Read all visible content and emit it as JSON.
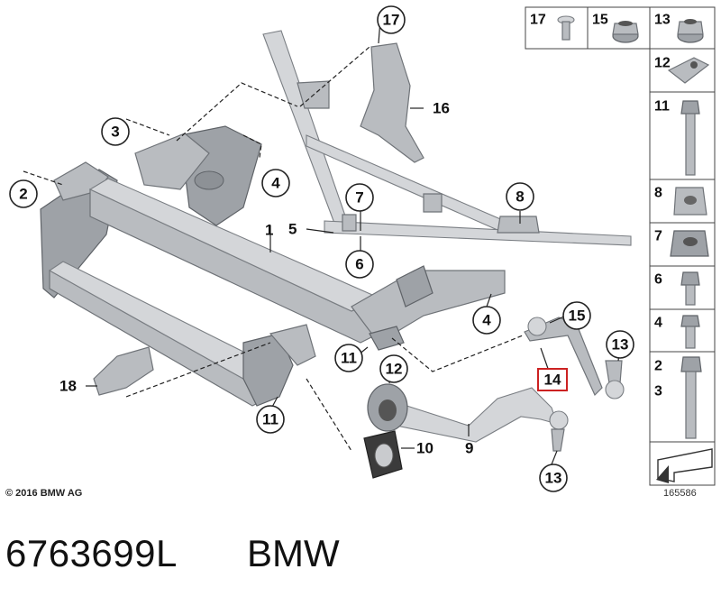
{
  "callouts": {
    "c1": "1",
    "c2": "2",
    "c3": "3",
    "c4a": "4",
    "c4b": "4",
    "c5": "5",
    "c6": "6",
    "c7": "7",
    "c8": "8",
    "c9": "9",
    "c10": "10",
    "c11a": "11",
    "c11b": "11",
    "c12": "12",
    "c13a": "13",
    "c13b": "13",
    "c14": "14",
    "c15": "15",
    "c16": "16",
    "c17": "17",
    "c18": "18"
  },
  "highlight_color": "#cc2222",
  "legend": {
    "items": [
      "17",
      "15",
      "13",
      "12",
      "11",
      "8",
      "7",
      "6",
      "4",
      "2",
      "3"
    ]
  },
  "footer": {
    "copyright": "© 2016 BMW AG",
    "diagram_number": "165586",
    "part_number": "6763699L",
    "brand": "BMW"
  }
}
